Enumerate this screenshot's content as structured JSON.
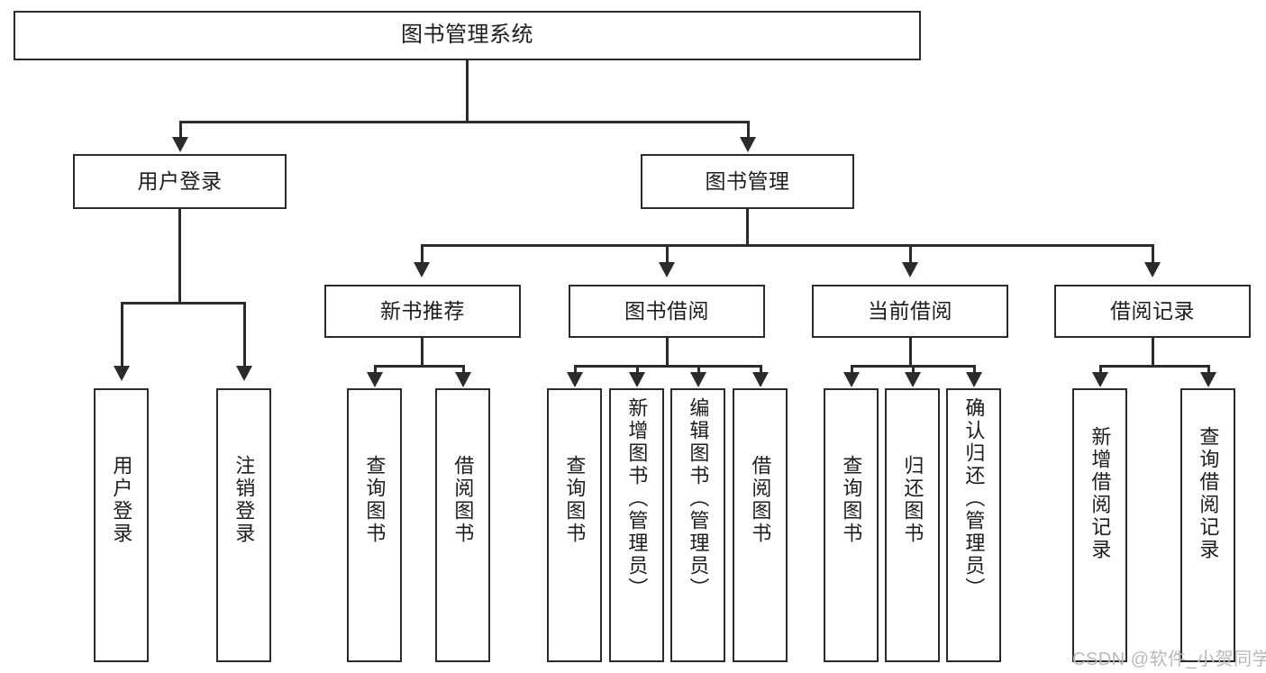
{
  "diagram": {
    "title": "图书管理系统",
    "type": "functional-structure-tree",
    "root": {
      "label": "图书管理系统"
    },
    "level2": [
      {
        "label": "用户登录"
      },
      {
        "label": "图书管理"
      }
    ],
    "level3": [
      {
        "label": "新书推荐"
      },
      {
        "label": "图书借阅"
      },
      {
        "label": "当前借阅"
      },
      {
        "label": "借阅记录"
      }
    ],
    "leaves": {
      "user_login": [
        {
          "label": "用户登录"
        },
        {
          "label": "注销登录"
        }
      ],
      "new_book_recommend": [
        {
          "label": "查询图书"
        },
        {
          "label": "借阅图书"
        }
      ],
      "book_borrow": [
        {
          "label": "查询图书"
        },
        {
          "label": "新增图书（管理员）"
        },
        {
          "label": "编辑图书（管理员）"
        },
        {
          "label": "借阅图书"
        }
      ],
      "current_borrow": [
        {
          "label": "查询图书"
        },
        {
          "label": "归还图书"
        },
        {
          "label": "确认归还（管理员）"
        }
      ],
      "borrow_record": [
        {
          "label": "新增借阅记录"
        },
        {
          "label": "查询借阅记录"
        }
      ]
    }
  },
  "watermark": {
    "text": "CSDN @软件_小贺同学"
  },
  "colors": {
    "stroke": "#2b2b2b",
    "background": "#ffffff",
    "text": "#1d1d1d",
    "watermark": "#b9b9b9"
  }
}
